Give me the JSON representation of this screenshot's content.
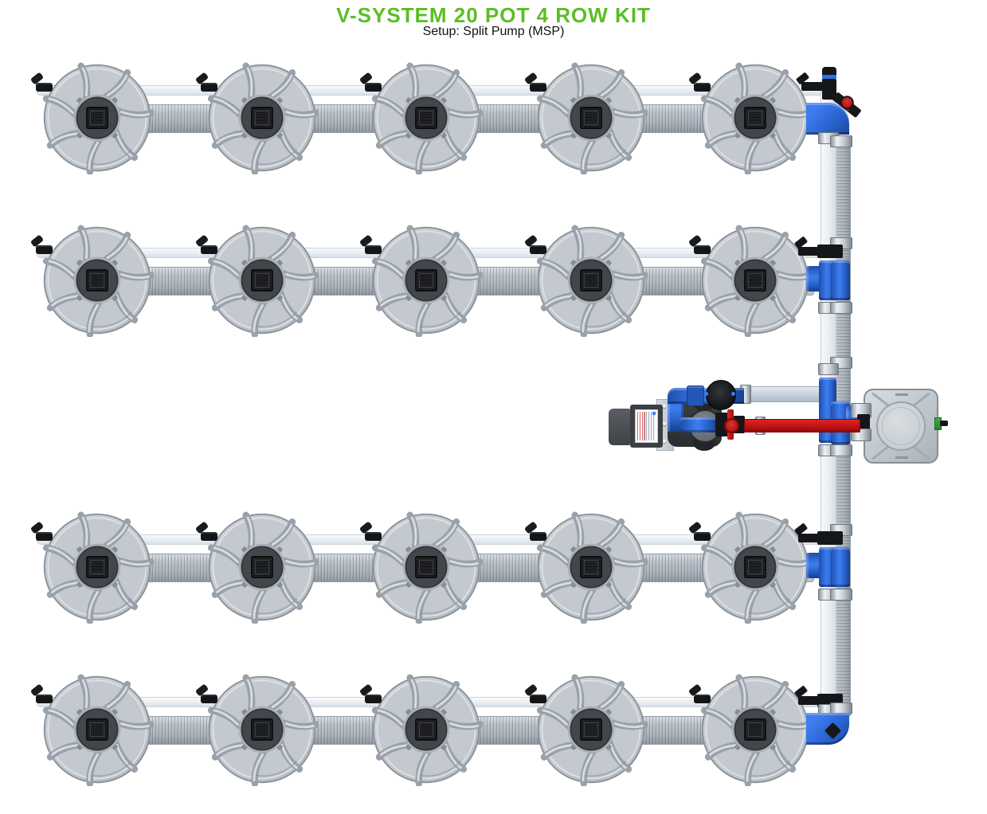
{
  "header": {
    "title": "V-SYSTEM 20 POT 4 ROW KIT",
    "subtitle": "Setup: Split Pump (MSP)"
  },
  "system": {
    "kit_name": "V-SYSTEM",
    "pot_total": 20,
    "row_count": 4,
    "pots_per_row": 5,
    "setup": "Split Pump (MSP)"
  },
  "colors": {
    "accent_green": "#5abe23",
    "manifold_blue": "#2f6fe0",
    "feed_red": "#c61212",
    "return_pipe_white": "#f3f5f7",
    "hose_grey": "#b7bfc7",
    "pot_lid_grey": "#c8cdd3",
    "fitting_black": "#17181a",
    "reservoir_grey": "#c4cbd1",
    "drain_green": "#2f9e35"
  }
}
